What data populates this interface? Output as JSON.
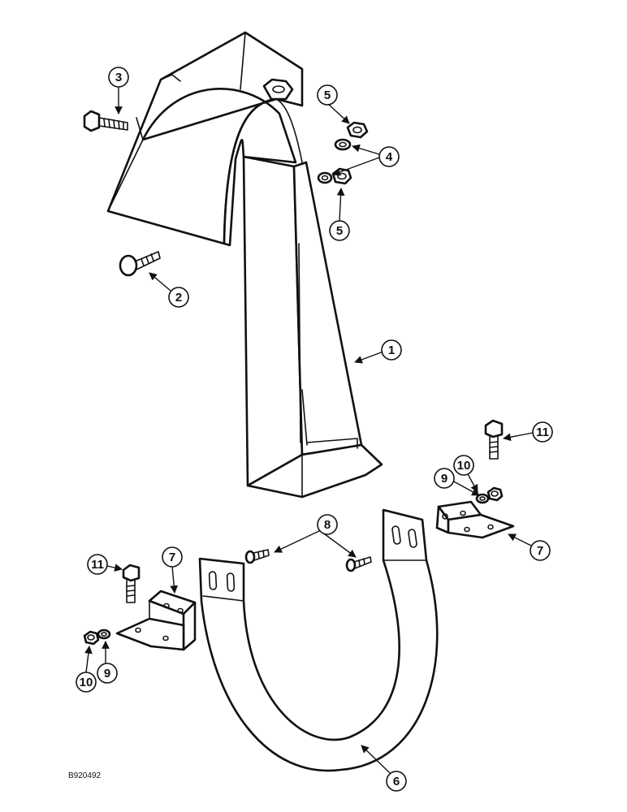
{
  "drawing_code": "B920492",
  "callouts": [
    {
      "id": "c1",
      "label": "1"
    },
    {
      "id": "c2",
      "label": "2"
    },
    {
      "id": "c3",
      "label": "3"
    },
    {
      "id": "c4",
      "label": "4"
    },
    {
      "id": "c5a",
      "label": "5"
    },
    {
      "id": "c5b",
      "label": "5"
    },
    {
      "id": "c6",
      "label": "6"
    },
    {
      "id": "c7a",
      "label": "7"
    },
    {
      "id": "c7b",
      "label": "7"
    },
    {
      "id": "c8",
      "label": "8"
    },
    {
      "id": "c9a",
      "label": "9"
    },
    {
      "id": "c9b",
      "label": "9"
    },
    {
      "id": "c10a",
      "label": "10"
    },
    {
      "id": "c10b",
      "label": "10"
    },
    {
      "id": "c11a",
      "label": "11"
    },
    {
      "id": "c11b",
      "label": "11"
    }
  ]
}
